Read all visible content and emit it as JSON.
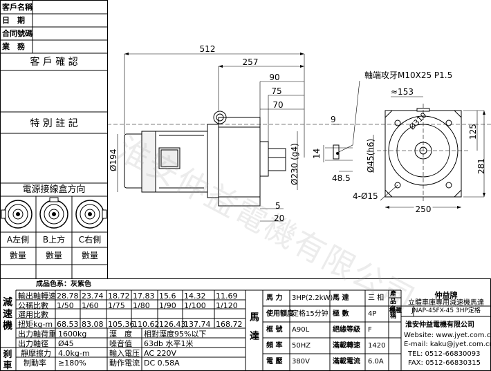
{
  "left_panel": {
    "fields": [
      "客戶名稱",
      "日　期",
      "合同號碼",
      "業　務"
    ],
    "customer_confirm": "客 戶 確 認",
    "special_notes": "特 別 註 記",
    "junction_box_title": "電源接線盒方向",
    "directions": [
      "A左側",
      "B上方",
      "C右側"
    ],
    "quantity_label": "數量"
  },
  "drawing": {
    "dims": {
      "d512": "512",
      "d257": "257",
      "d90": "90",
      "d75": "75",
      "d70": "70",
      "d194": "Ø194",
      "d230": "Ø230 (g4)",
      "d5": "5",
      "d20": "20",
      "d9": "9",
      "d14": "14",
      "d45": "Ø45(h6)",
      "d485": "48.5",
      "d153": "≈153",
      "d310": "Ø310",
      "d125": "125",
      "d281": "281",
      "d250": "250",
      "d415": "4-Ø15"
    },
    "shaft_note": "軸端攻牙M10X25 P1.5",
    "watermark": "淮安仲益電機有限公司"
  },
  "spec_table": {
    "finish_label": "成品色系：灰紫色",
    "reducer_label": "減速機",
    "brake_label": "刹車",
    "rows": [
      {
        "label": "輸出軸轉速",
        "values": [
          "28.78",
          "23.74",
          "18.72",
          "17.83",
          "15.6",
          "14.32",
          "11.69"
        ]
      },
      {
        "label": "公稱比數",
        "values": [
          "1/50",
          "1/60",
          "1/75",
          "1/80",
          "1/90",
          "1/100",
          "1/120"
        ]
      },
      {
        "label": "選用比數",
        "values": [
          "",
          "",
          "",
          "",
          "",
          "",
          ""
        ]
      },
      {
        "label": "扭矩kg-m",
        "values": [
          "68.53",
          "83.08",
          "105.36",
          "110.62",
          "126.43",
          "137.74",
          "168.72"
        ]
      }
    ],
    "load_label": "出力軸荷重",
    "load_value": "1600kg",
    "diameter_label": "出力軸徑",
    "diameter_value": "Ø45",
    "temp_label": "溼　度",
    "temp_value": "相對溼度95%以下",
    "noise_label": "噪音值",
    "noise_value": "63db 水平1米",
    "brake_torque_label": "靜摩擦力",
    "brake_torque_value": "4.0kg-m",
    "voltage_label": "輸入電压",
    "voltage_value": "AC 220V",
    "brake_rate_label": "制動率",
    "brake_rate_value": "≥180%",
    "current_label": "動作電流",
    "current_value": "DC 0.58A"
  },
  "motor_table": {
    "label": "馬達",
    "rows": [
      [
        "馬 力",
        "3HP(2.2kW)",
        "馬 達",
        "三 相"
      ],
      [
        "使用額度",
        "定格15分钟",
        "極 數",
        "4P"
      ],
      [
        "框 號",
        "A90L",
        "絕緣等級",
        "F"
      ],
      [
        "頻 率",
        "50HZ",
        "滿載轉速",
        "1420"
      ],
      [
        "電 壓",
        "380V",
        "滿載電流",
        "6.0A"
      ]
    ]
  },
  "product": {
    "name_label": "產品名稱",
    "brand": "仲益牌",
    "product_name": "立體車庫專用減速機馬達",
    "model_label": "機種",
    "model": "JNAP-45FX-45 3HP定格"
  },
  "company": {
    "name": "淮安仲益電機有限公司",
    "website": "Website: www.jyet.com.cn",
    "email": "E-mail: kaku@jyet.com.cn",
    "tel": "TEL: 0512-66830093",
    "fax": "FAX: 0512-66830315"
  }
}
